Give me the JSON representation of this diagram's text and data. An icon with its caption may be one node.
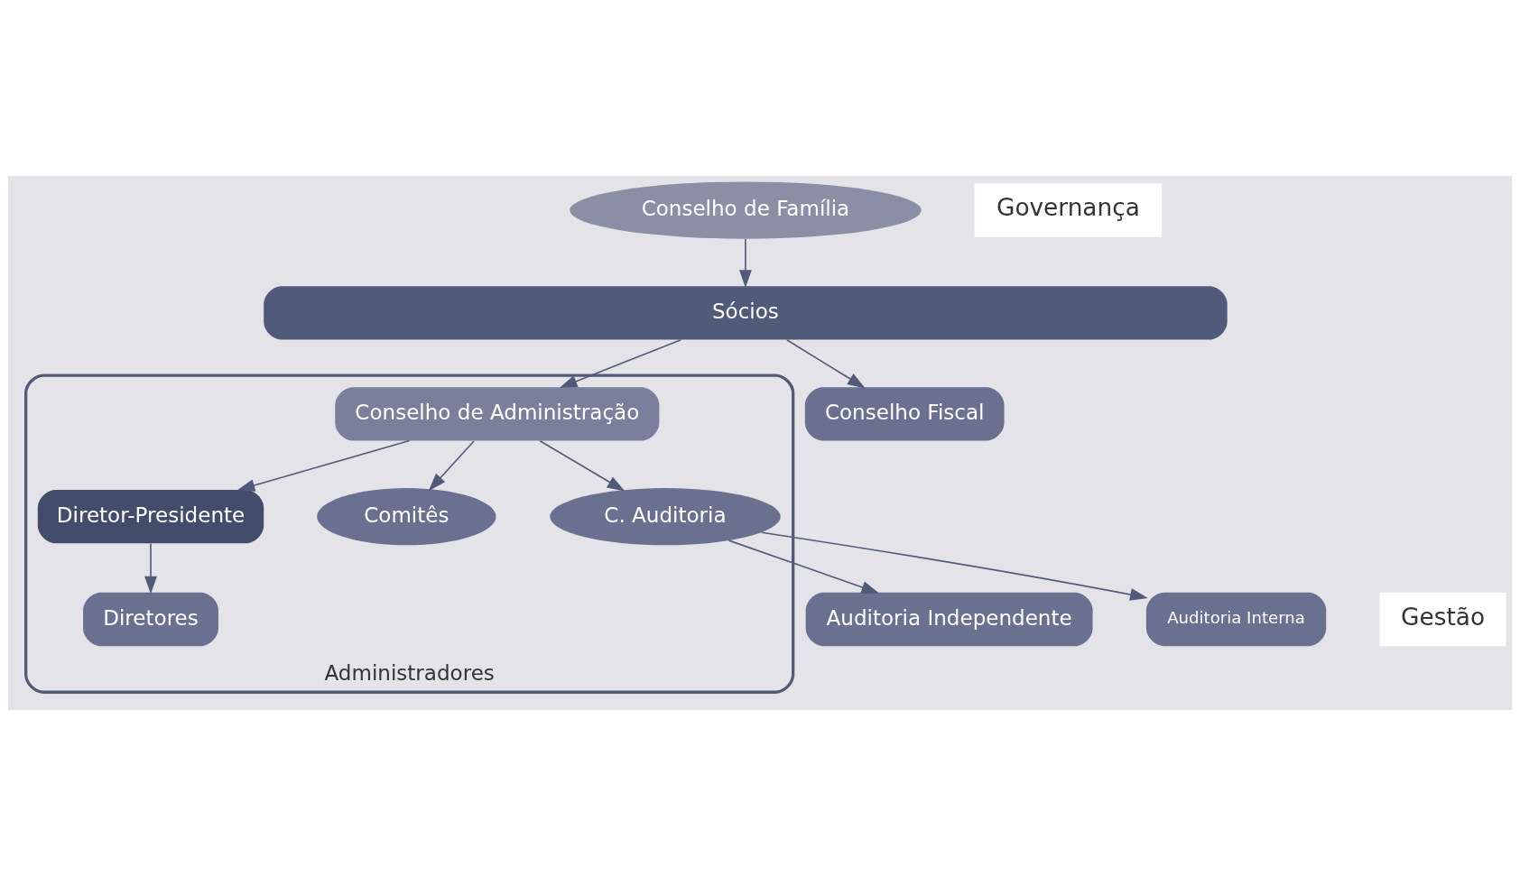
{
  "diagram": {
    "nodes": [
      {
        "text": [
          "Conselho de Família"
        ]
      },
      {
        "text": [
          "Sócios"
        ]
      },
      {
        "text": [
          "Auditoria Independente"
        ]
      },
      {
        "text": [
          "Administradores"
        ]
      },
      {
        "text": [
          "Conselho de Administração"
        ],
        "in": 3
      },
      {
        "text": [
          "C. Auditoria"
        ],
        "in": 3
      },
      {
        "text": [
          "Comitês"
        ],
        "in": 3
      },
      {
        "text": [
          "Diretor-Presidente"
        ],
        "in": 3
      },
      {
        "text": [
          "Diretores"
        ],
        "in": 3
      },
      {
        "text": [
          "Conselho Fiscal"
        ]
      },
      {
        "text": [
          "Auditoria Interna"
        ]
      }
    ],
    "edges": [
      {
        "from": 0,
        "to": 1,
        "arrow": "to"
      },
      {
        "from": 1,
        "to": 4,
        "arrow": "to"
      },
      {
        "from": 1,
        "to": 9,
        "arrow": "to"
      },
      {
        "from": 4,
        "to": 5,
        "arrow": "to"
      },
      {
        "from": 4,
        "to": 6,
        "arrow": "to"
      },
      {
        "from": 4,
        "to": 7,
        "arrow": "to"
      },
      {
        "from": 5,
        "to": 2,
        "arrow": "to"
      },
      {
        "from": 5,
        "to": 10,
        "arrow": "to"
      },
      {
        "from": 7,
        "to": 8,
        "arrow": "to"
      }
    ],
    "labels": [
      "Governança",
      "Gestão"
    ]
  }
}
